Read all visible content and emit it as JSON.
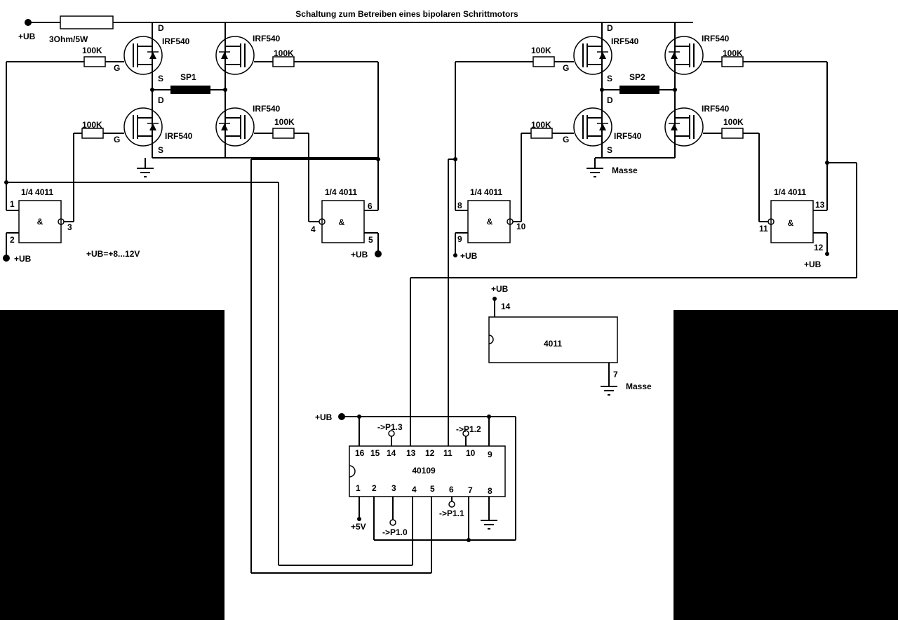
{
  "title": "Schaltung zum Betreiben eines bipolaren Schrittmotors",
  "supply": {
    "ub": "+UB",
    "resistor": "3Ohm/5W",
    "range": "+UB=+8...12V",
    "masse": "Masse",
    "plus5v": "+5V"
  },
  "bridge1": {
    "coil": "SP1",
    "mosfets": [
      "IRF540",
      "IRF540",
      "IRF540",
      "IRF540"
    ],
    "resistors": [
      "100K",
      "100K",
      "100K",
      "100K"
    ],
    "pins": {
      "d1": "D",
      "s1": "S",
      "d2": "D",
      "s2": "S",
      "g1": "G",
      "g2": "G"
    }
  },
  "bridge2": {
    "coil": "SP2",
    "mosfets": [
      "IRF540",
      "IRF540",
      "IRF540",
      "IRF540"
    ],
    "resistors": [
      "100K",
      "100K",
      "100K",
      "100K"
    ],
    "pins": {
      "d1": "D",
      "s1": "S",
      "d2": "D",
      "s2": "S",
      "g1": "G",
      "g2": "G"
    }
  },
  "gates": [
    {
      "label": "1/4 4011",
      "symbol": "&",
      "in_a": "1",
      "in_b": "2",
      "out": "3",
      "ub": "+UB"
    },
    {
      "label": "1/4 4011",
      "symbol": "&",
      "in_a": "4",
      "in_b": "5",
      "out": "6",
      "ub": "+UB"
    },
    {
      "label": "1/4 4011",
      "symbol": "&",
      "in_a": "8",
      "in_b": "9",
      "out": "10",
      "ub": "+UB"
    },
    {
      "label": "1/4 4011",
      "symbol": "&",
      "in_a": "11",
      "in_b": "12",
      "out": "13",
      "ub": "+UB"
    }
  ],
  "ic4011": {
    "name": "4011",
    "vcc_pin": "14",
    "gnd_pin": "7",
    "ub": "+UB",
    "masse": "Masse"
  },
  "ic40109": {
    "name": "40109",
    "ub": "+UB",
    "top_pins": [
      "16",
      "15",
      "14",
      "13",
      "12",
      "11",
      "10",
      "9"
    ],
    "bottom_pins": [
      "1",
      "2",
      "3",
      "4",
      "5",
      "6",
      "7",
      "8"
    ],
    "ports": {
      "p13": "->P1.3",
      "p12": "->P1.2",
      "p10": "->P1.0",
      "p11": "->P1.1"
    }
  }
}
